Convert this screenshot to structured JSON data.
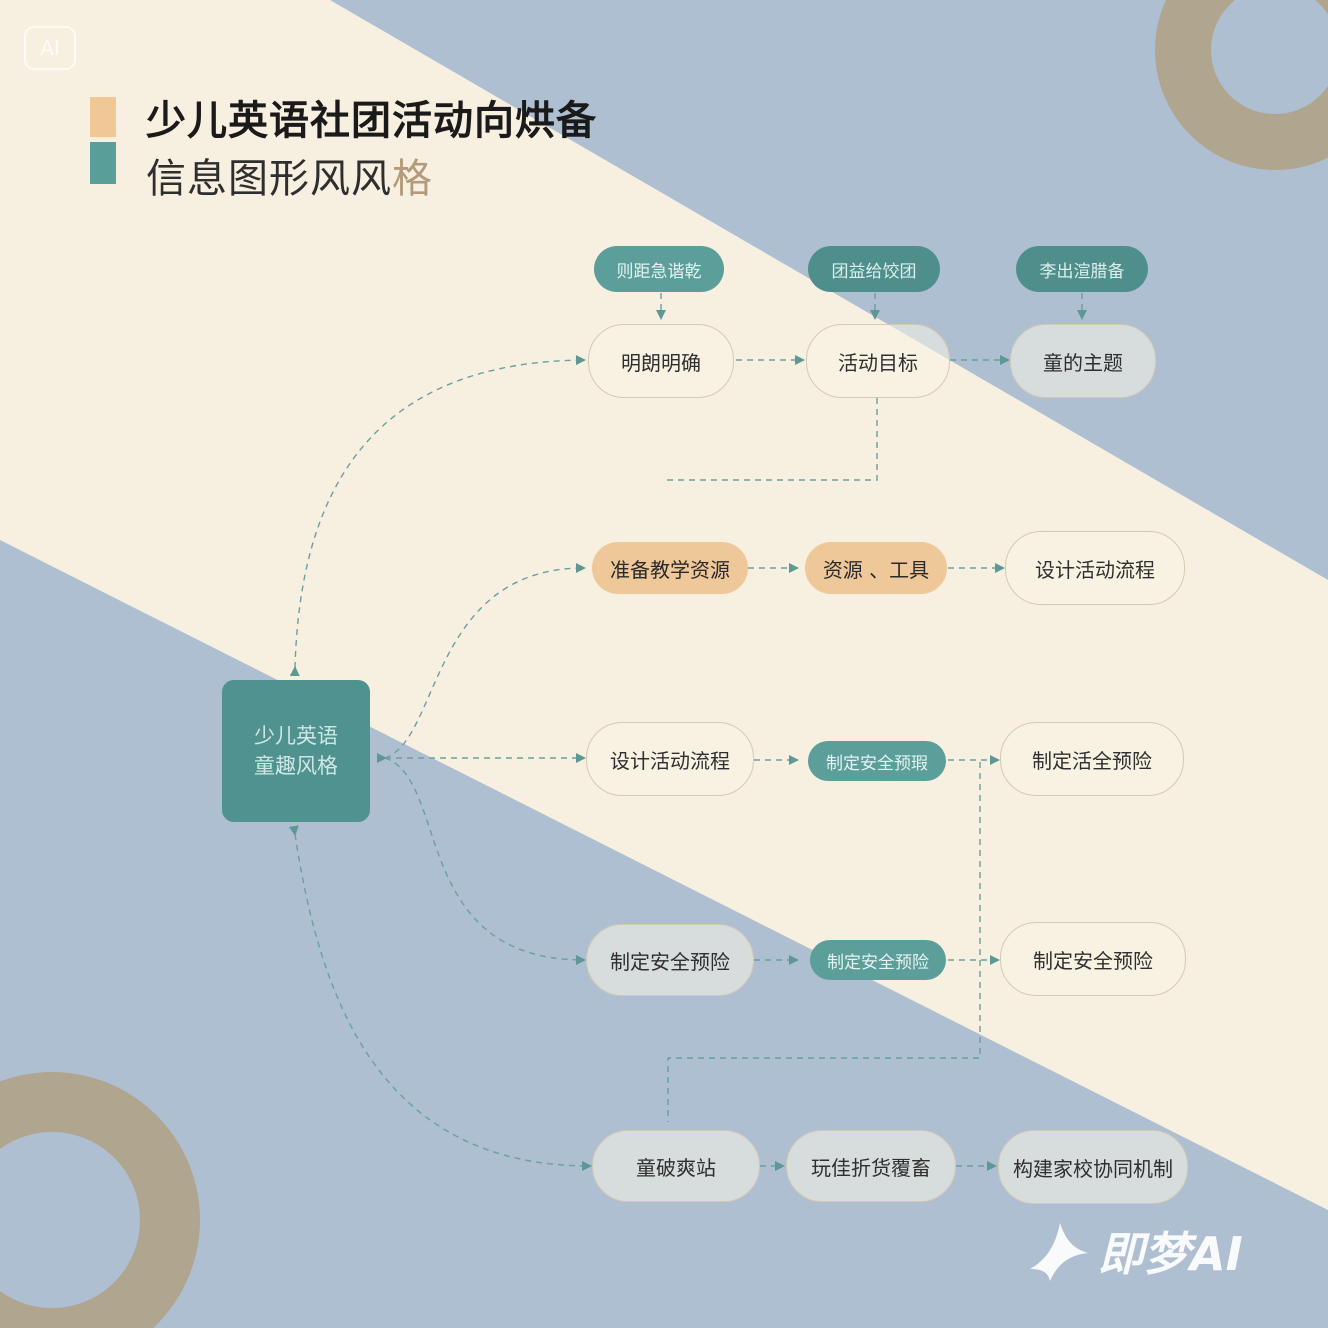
{
  "badge": "AI",
  "title": {
    "line1": "少儿英语社团活动向烘备",
    "line2_main": "信息图形风风",
    "line2_accent": "格"
  },
  "colors": {
    "background_blue": "#aebfd1",
    "band_cream": "#f7f0e0",
    "teal": "#5c9e9a",
    "teal_dark": "#4f928f",
    "orange": "#efc89a",
    "tan_ring": "#b0a690",
    "bar_orange": "#f0c896",
    "bar_teal": "#5a9e9a"
  },
  "center": {
    "line1": "少儿英语",
    "line2": "童趣风格"
  },
  "top_tags": [
    "则距急谐乾",
    "团益给饺团",
    "李出渲腊备"
  ],
  "row1": [
    "明朗明确",
    "活动目标",
    "童的主题"
  ],
  "row2": [
    "准备教学资源",
    "资源 、工具",
    "设计活动流程"
  ],
  "row3": [
    "设计活动流程",
    "制定安全预瑕",
    "制定活全预险"
  ],
  "row4": [
    "制定安全预险",
    "制定安全预险",
    "制定安全预险"
  ],
  "row5": [
    "童破爽站",
    "玩佳折货覆畜",
    "构建家校协同机制"
  ],
  "watermark": {
    "text": "即梦AI",
    "icon": "swallow-logo-icon"
  }
}
